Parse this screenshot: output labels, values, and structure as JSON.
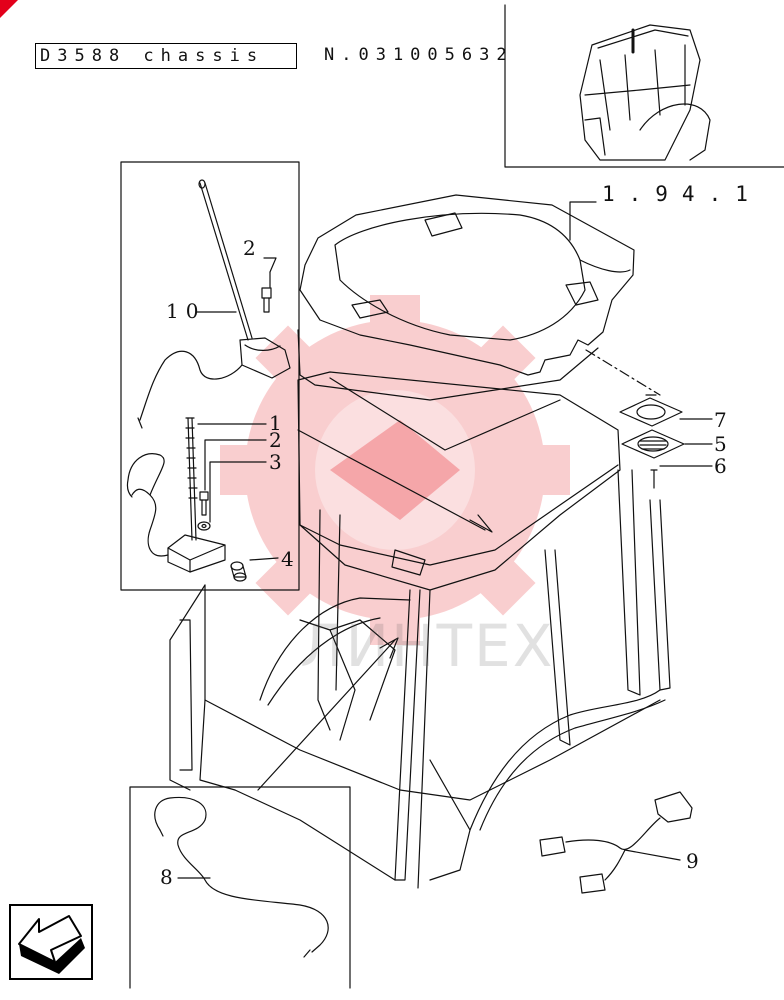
{
  "header": {
    "chassis_label": "D3588 chassis",
    "chassis_number": "N.031005632"
  },
  "reference": "1.94.1",
  "callouts": {
    "n1": "1",
    "n2a": "2",
    "n2b": "2",
    "n3": "3",
    "n4": "4",
    "n5": "5",
    "n6": "6",
    "n7": "7",
    "n8": "8",
    "n9": "9",
    "n10": "10"
  },
  "watermark": "ЛИНТЕХ",
  "colors": {
    "line": "#111111",
    "watermark_red": "#e8242a",
    "corner_red": "#e3001b"
  },
  "icons": {
    "nav": "back-arrow-icon",
    "watermark": "gear-logo-icon"
  }
}
